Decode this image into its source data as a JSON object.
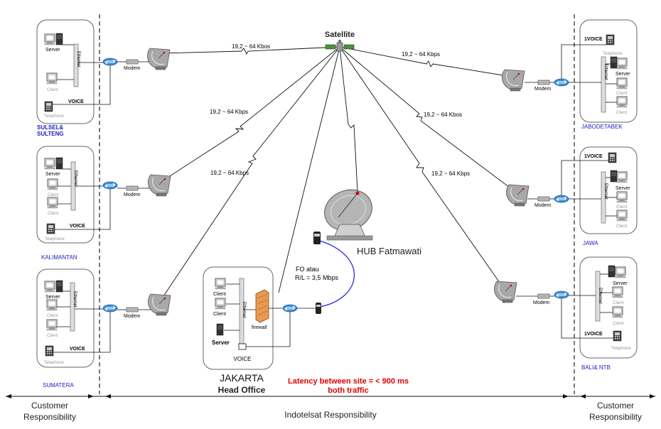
{
  "satellite_label": "Satellite",
  "hub_label": "HUB Fatmawati",
  "fo_label_line1": "FO atau",
  "fo_label_line2": "R/L = 3,5 Mbps",
  "latency_line1": "Latency between site = < 900 ms",
  "latency_line2": "both traffic",
  "jakarta_line1": "JAKARTA",
  "jakarta_line2": "Head Office",
  "firewall_label": "firewall",
  "voice_label": "VOICE",
  "one_voice_label": "1VOICE",
  "server_label": "Server",
  "client_label": "Client",
  "modem_label": "Modem",
  "ethernet_label": "Ethernet",
  "telephone_label": "Telephone",
  "link_labels": {
    "l1": "19,2 ~ 64 Kbos",
    "l2": "19,2 ~ 64 Kbps",
    "l3": "19,2 ~ 64 Kbps",
    "r1": "19,2 ~ 64 Kbps",
    "r2": "19,2 ~ 64 Kbos",
    "r3": "19,2 ~ 64 Kbps"
  },
  "regions": {
    "sulsel_line1": "SULSEL&",
    "sulsel_line2": "SULTENG",
    "kalimantan": "KALIMANTAN",
    "sumatera": "SUMATERA",
    "jabodetabek": "JABODETABEK",
    "jawa": "JAWA",
    "bali": "BALI& NTB"
  },
  "responsibility": {
    "left_line1": "Customer",
    "left_line2": "Responsibility",
    "center": "Indotelsat Responsibility",
    "right_line1": "Customer",
    "right_line2": "Responsibility"
  },
  "colors": {
    "router": "#3a8fd8",
    "region_text": "#2020c0",
    "latency_text": "#e00000",
    "fo_link": "#2a2ae0",
    "firewall": "#e89a50"
  }
}
